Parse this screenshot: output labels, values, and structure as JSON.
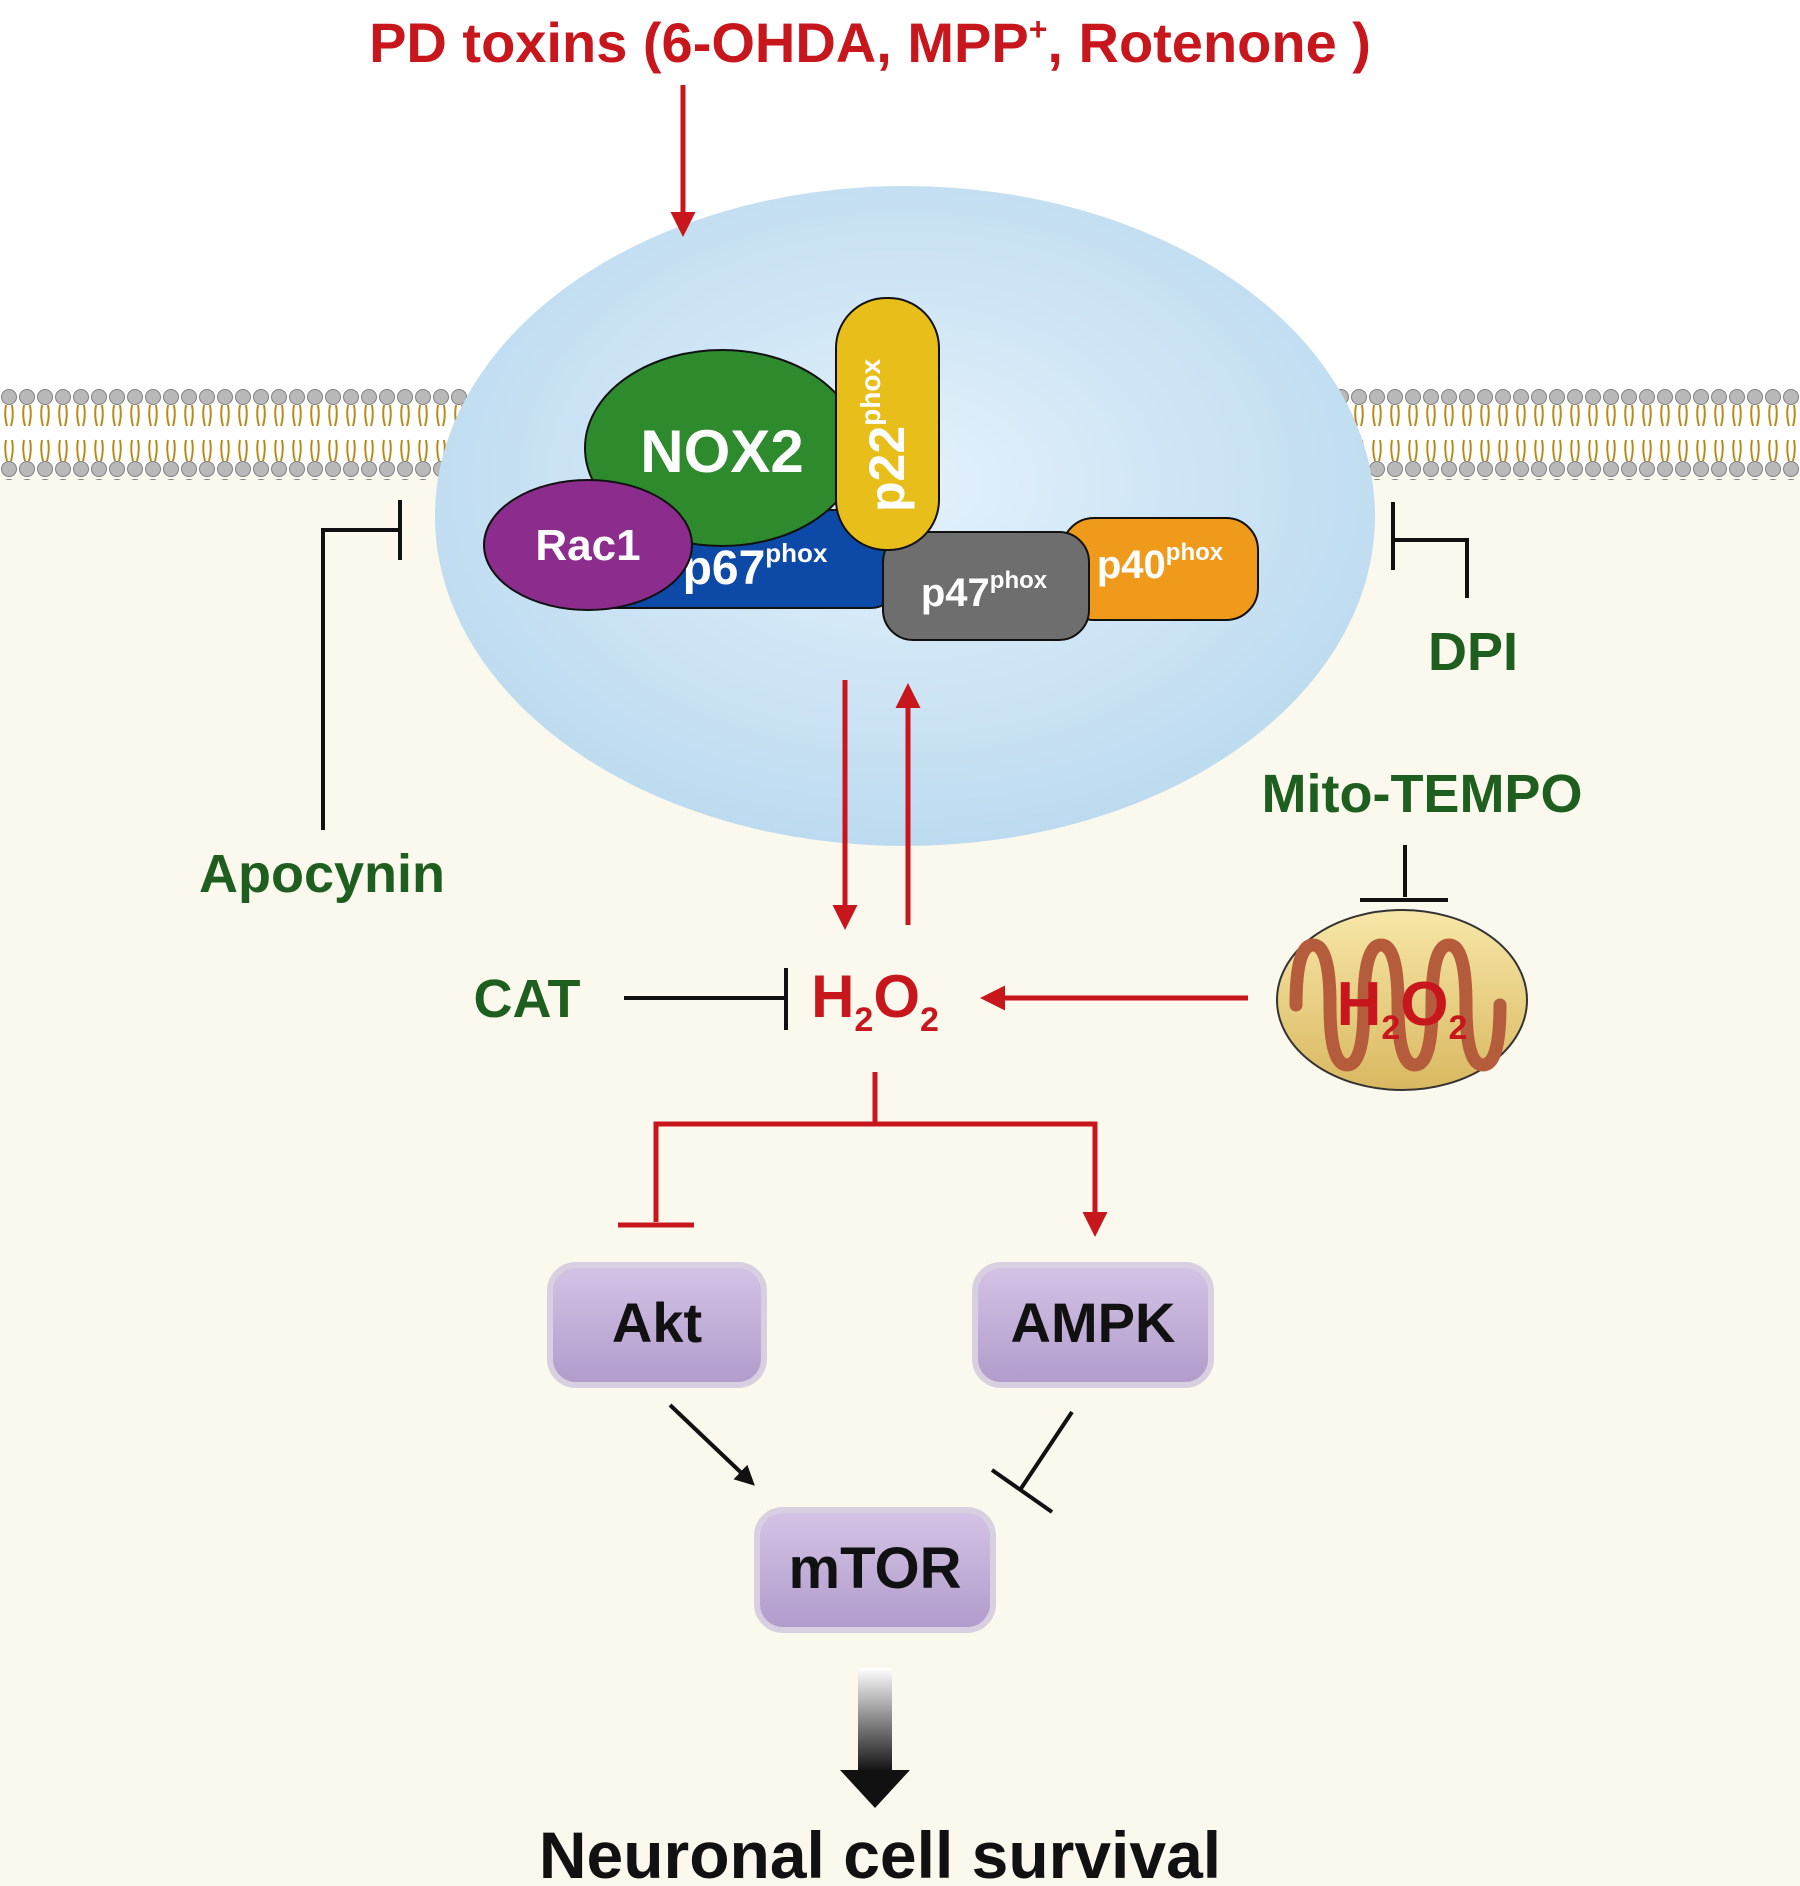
{
  "title": {
    "prefix": "PD toxins (6-OHDA, MPP",
    "sup": "+",
    "suffix": ", Rotenone )"
  },
  "complex": {
    "nox2": "NOX2",
    "p22": "p22",
    "p22_sup": "phox",
    "rac1": "Rac1",
    "p67": "p67",
    "p67_sup": "phox",
    "p47": "p47",
    "p47_sup": "phox",
    "p40": "p40",
    "p40_sup": "phox"
  },
  "inhibitors": {
    "apocynin": "Apocynin",
    "dpi": "DPI",
    "mito_tempo": "Mito-TEMPO",
    "cat": "CAT"
  },
  "h2o2": {
    "h": "H",
    "sub1": "2",
    "o": "O",
    "sub2": "2"
  },
  "kinases": {
    "akt": "Akt",
    "ampk": "AMPK",
    "mtor": "mTOR"
  },
  "outcome": "Neuronal cell survival",
  "colors": {
    "red": "#c8161d",
    "green": "#1e5e1e",
    "cytoplasm": "#fbf8ee",
    "complex_bg": "#cfe6f5",
    "kinase": "#c2aed6",
    "nox2": "#2d8a2d",
    "p22": "#e8be1a",
    "rac1": "#8c2c8c",
    "p67": "#0d4aa8",
    "p47": "#6e6e6e",
    "p40": "#f09a1c"
  }
}
